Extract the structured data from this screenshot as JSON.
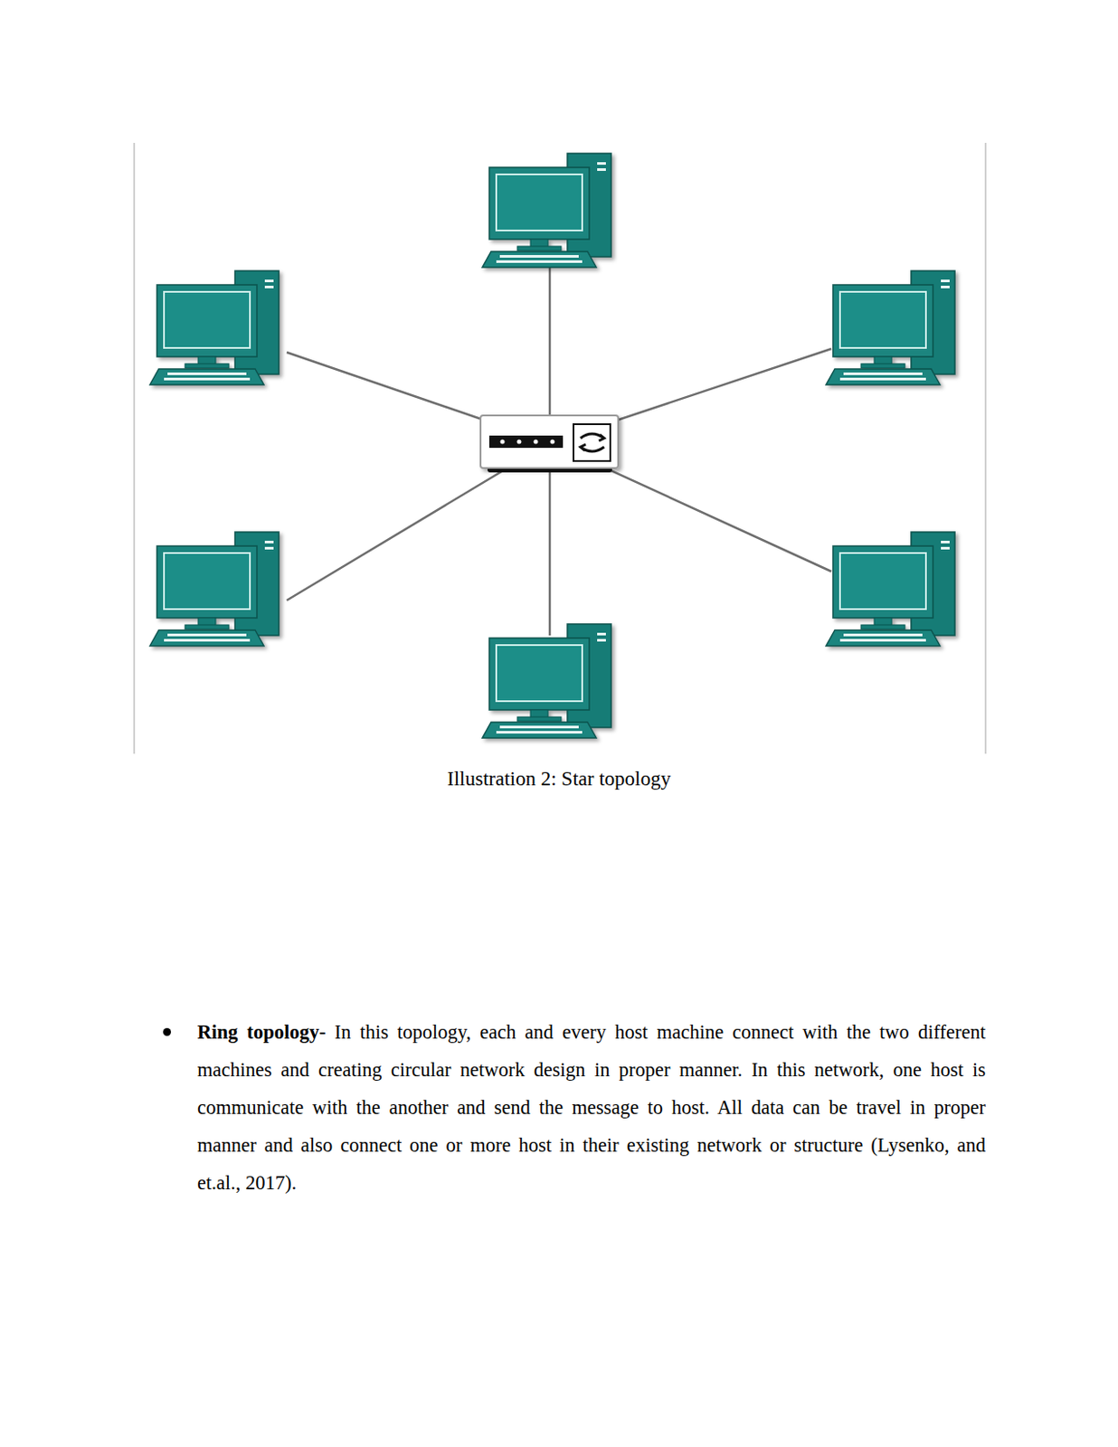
{
  "diagram": {
    "caption": "Illustration 2: Star topology",
    "labels": [
      "Ring topology-",
      "In this topology, each and every host machine connect with the two different machines and creating circular network design in proper manner. In this network, one host is communicate with the another and send the message to host. All data can be travel in proper manner and also connect one or more host in their existing network or structure (Lysenko, and et.al., 2017)."
    ]
  }
}
